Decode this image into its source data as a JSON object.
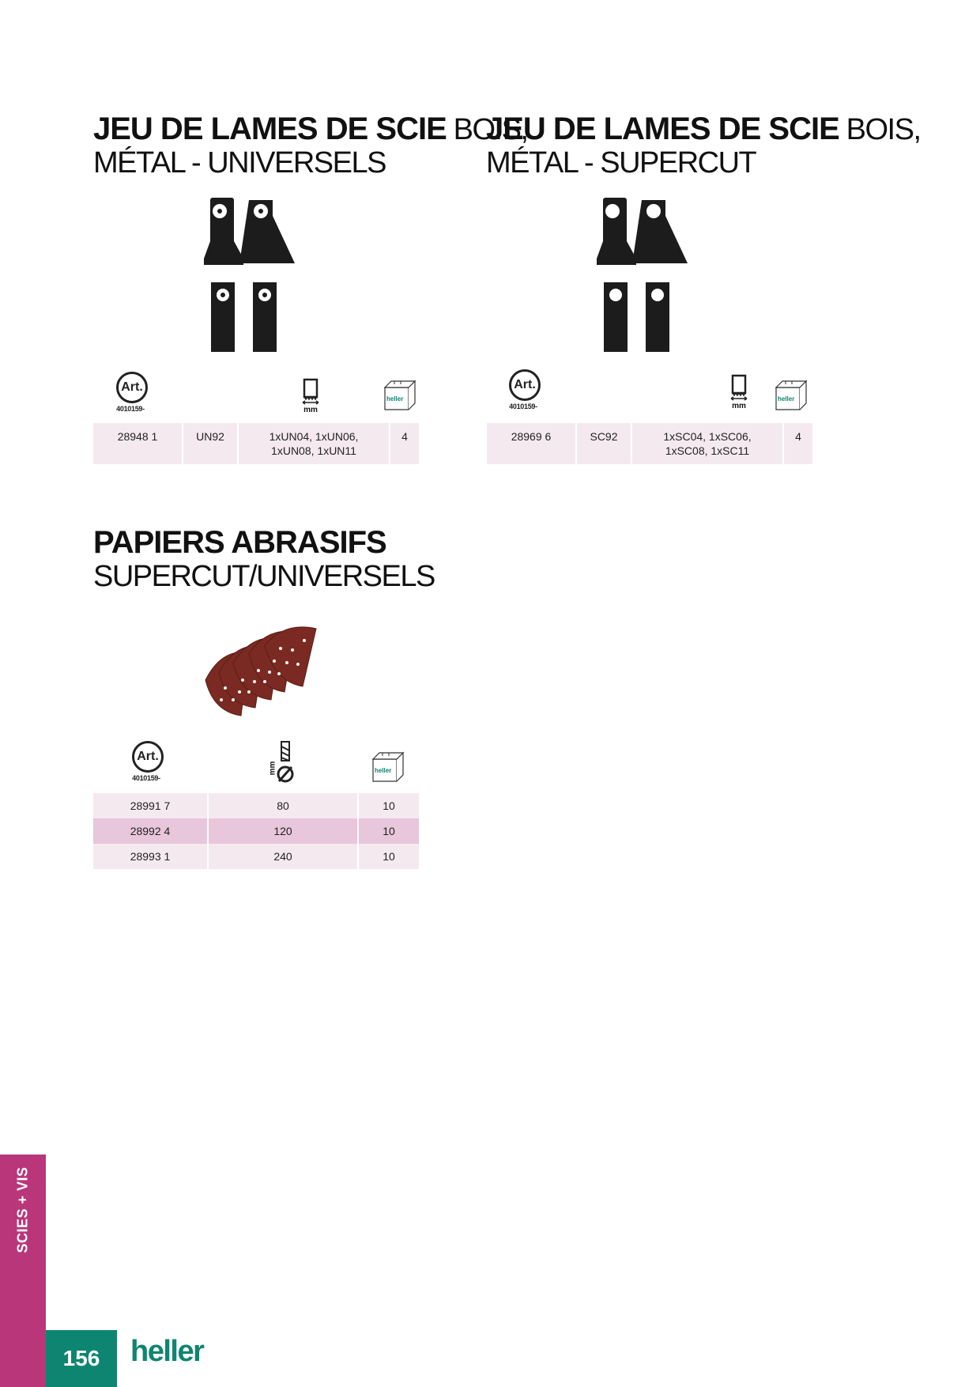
{
  "section1": {
    "title_bold": "JEU DE LAMES DE SCIE",
    "title_light": "BOIS,",
    "title_line2": "MÉTAL - UNIVERSELS",
    "icons": {
      "art": "Art.",
      "art_code": "4010159-",
      "blade_unit": "mm",
      "box_brand": "heller"
    },
    "row": [
      "28948 1",
      "UN92",
      "1xUN04, 1xUN06,",
      "1xUN08, 1xUN11",
      "4"
    ]
  },
  "section2": {
    "title_bold": "JEU DE LAMES DE SCIE",
    "title_light": "BOIS,",
    "title_line2": "MÉTAL - SUPERCUT",
    "icons": {
      "art": "Art.",
      "art_code": "4010159-",
      "blade_unit": "mm",
      "box_brand": "heller"
    },
    "row": [
      "28969 6",
      "SC92",
      "1xSC04, 1xSC06,",
      "1xSC08, 1xSC11",
      "4"
    ]
  },
  "section3": {
    "title_bold": "PAPIERS ABRASIFS",
    "title_line2": "SUPERCUT/UNIVERSELS",
    "icons": {
      "art": "Art.",
      "art_code": "4010159-",
      "grit_unit": "mm",
      "box_brand": "heller"
    },
    "rows": [
      [
        "28991 7",
        "80",
        "10"
      ],
      [
        "28992 4",
        "120",
        "10"
      ],
      [
        "28993 1",
        "240",
        "10"
      ]
    ]
  },
  "footer": {
    "side_tab": "SCIES + VIS",
    "page_number": "156",
    "brand": "heller"
  },
  "colors": {
    "magenta": "#b9367a",
    "teal": "#0e8570",
    "row_light": "#f5e9f0",
    "row_dark": "#e8c6dc"
  }
}
